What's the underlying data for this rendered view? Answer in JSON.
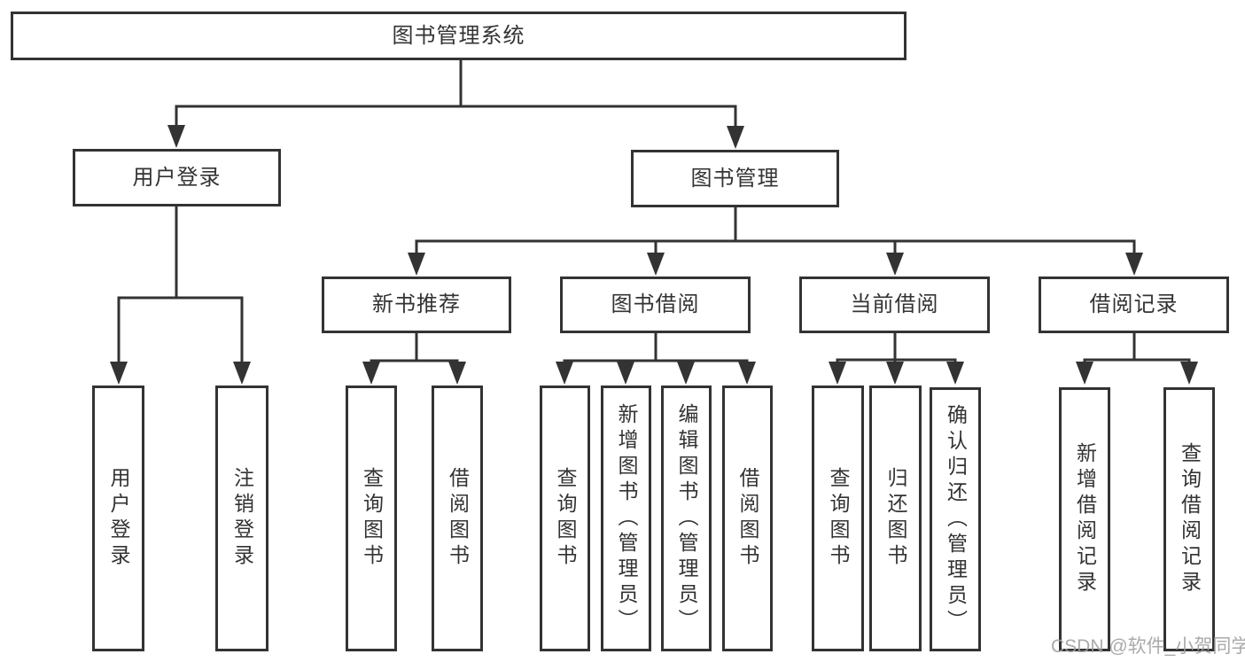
{
  "title": "图书管理系统",
  "tree": {
    "root": {
      "label": "图书管理系统"
    },
    "branches": {
      "user_login": {
        "label": "用户登录",
        "children": {
          "login": {
            "label": "用户登录"
          },
          "logout": {
            "label": "注销登录"
          }
        }
      },
      "book_management": {
        "label": "图书管理",
        "children": {
          "new_book_recommend": {
            "label": "新书推荐",
            "children": {
              "query_books": {
                "label": "查询图书"
              },
              "borrow_books": {
                "label": "借阅图书"
              }
            }
          },
          "book_borrowing": {
            "label": "图书借阅",
            "children": {
              "query_books": {
                "label": "查询图书"
              },
              "add_books": {
                "label": "新增图书（管理员）"
              },
              "edit_books": {
                "label": "编辑图书（管理员）"
              },
              "borrow_books": {
                "label": "借阅图书"
              }
            }
          },
          "current_borrowing": {
            "label": "当前借阅",
            "children": {
              "query_books": {
                "label": "查询图书"
              },
              "return_books": {
                "label": "归还图书"
              },
              "confirm_return": {
                "label": "确认归还（管理员）"
              }
            }
          },
          "borrowing_records": {
            "label": "借阅记录",
            "children": {
              "add_record": {
                "label": "新增借阅记录"
              },
              "query_record": {
                "label": "查询借阅记录"
              }
            }
          }
        }
      }
    }
  },
  "watermark": {
    "text": "CSDN @软件_小贺同学"
  },
  "colors": {
    "line": "#333333",
    "text": "#333333",
    "background": "#ffffff",
    "watermark_text": "#9e9e9e"
  }
}
